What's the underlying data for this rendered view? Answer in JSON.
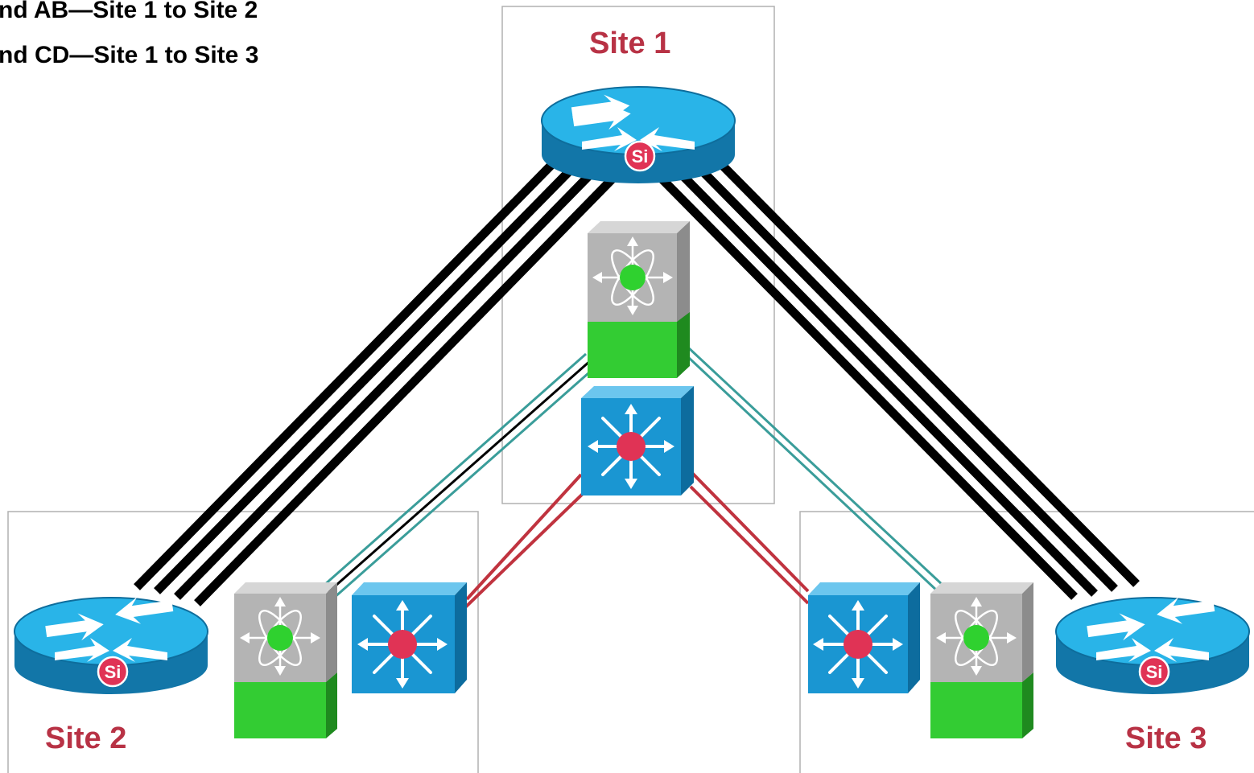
{
  "legend": {
    "line1": "nd AB—Site 1 to Site 2",
    "line2": "nd CD—Site 1 to Site 3"
  },
  "sites": {
    "site1": "Site 1",
    "site2": "Site 2",
    "site3": "Site 3"
  },
  "router_badge": "Si",
  "colors": {
    "router_blue": "#1b9ad6",
    "router_top": "#29b4e8",
    "switch_blue": "#1a96d2",
    "chassis_gray": "#b4b4b4",
    "chassis_green": "#33cc33",
    "badge_red": "#e03355",
    "site_label": "#b83245",
    "teal_link": "#3a9d9a",
    "red_link": "#c0333f",
    "black_link": "#000000"
  }
}
